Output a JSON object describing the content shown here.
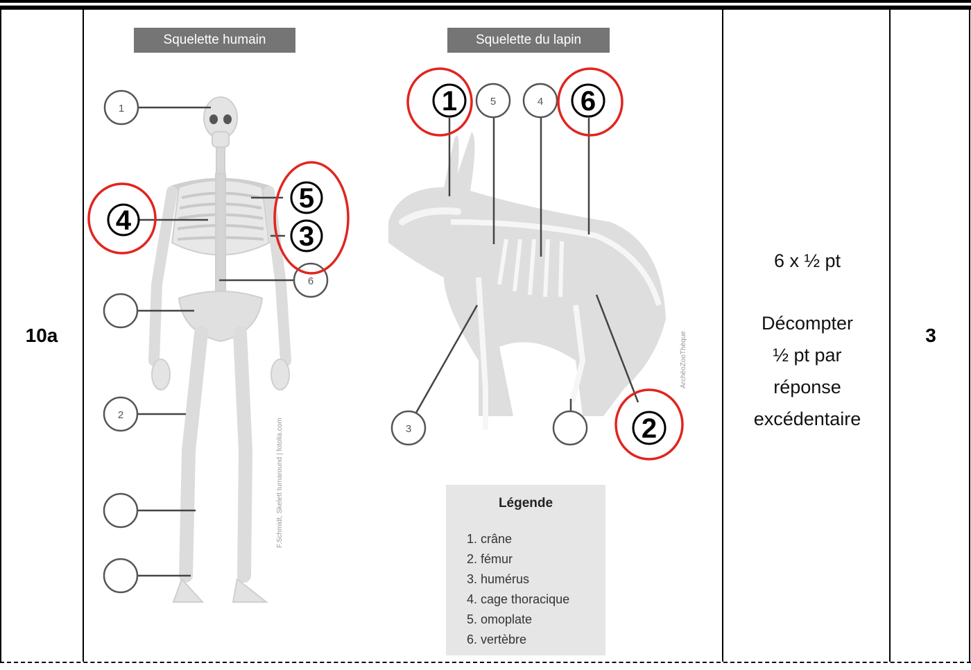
{
  "row": {
    "question": "10a",
    "points": "3",
    "barem_line1": "6 x ½ pt",
    "barem_line2": "Décompter",
    "barem_line3": "½ pt par",
    "barem_line4": "réponse",
    "barem_line5": "excédentaire"
  },
  "human": {
    "title": "Squelette humain",
    "printed_labels": [
      "1",
      "2",
      "6"
    ],
    "handwritten_labels": [
      "4",
      "5",
      "3"
    ],
    "credit": "F.Schmidt, Skelett turnaround | fotolia.com"
  },
  "rabbit": {
    "title": "Squelette du lapin",
    "printed_labels": [
      "5",
      "4",
      "3"
    ],
    "handwritten_labels": [
      "1",
      "6",
      "2"
    ],
    "credit": "ArchéoZooThèque"
  },
  "legend": {
    "title": "Légende",
    "items": [
      "1. crâne",
      "2. fémur",
      "3. humérus",
      "4. cage thoracique",
      "5. omoplate",
      "6. vertèbre"
    ]
  },
  "colors": {
    "annotation": "#e0251f",
    "title_bg": "#757575",
    "bone": "#e3e3e3",
    "rabbit_body": "#dedede"
  }
}
